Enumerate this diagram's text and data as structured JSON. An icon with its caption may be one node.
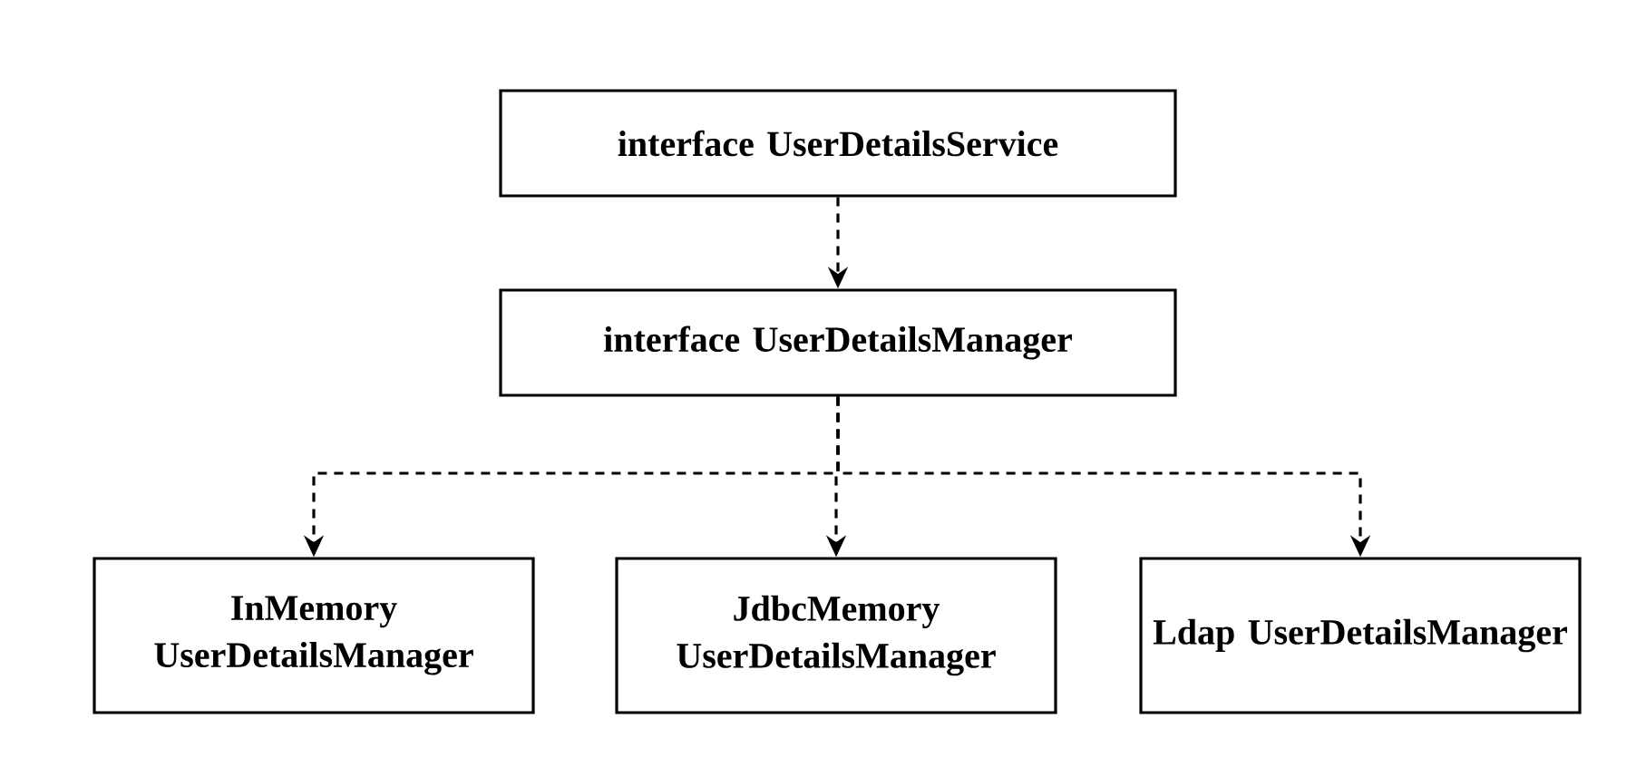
{
  "diagram": {
    "nodes": [
      {
        "text": [
          "interface UserDetailsService"
        ]
      },
      {
        "text": [
          "interface UserDetailsManager"
        ]
      },
      {
        "text": [
          "InMemory UserDetailsManager"
        ]
      },
      {
        "text": [
          "JdbcMemory UserDetailsManager"
        ]
      },
      {
        "text": [
          "Ldap UserDetailsManager"
        ]
      }
    ],
    "edges": [
      {
        "from": 0,
        "to": 1,
        "arrow": "to",
        "style": "dashed"
      },
      {
        "from": 1,
        "to": 2,
        "arrow": "to",
        "style": "dashed"
      },
      {
        "from": 1,
        "to": 3,
        "arrow": "to",
        "style": "dashed"
      },
      {
        "from": 1,
        "to": 4,
        "arrow": "to",
        "style": "dashed"
      }
    ]
  }
}
